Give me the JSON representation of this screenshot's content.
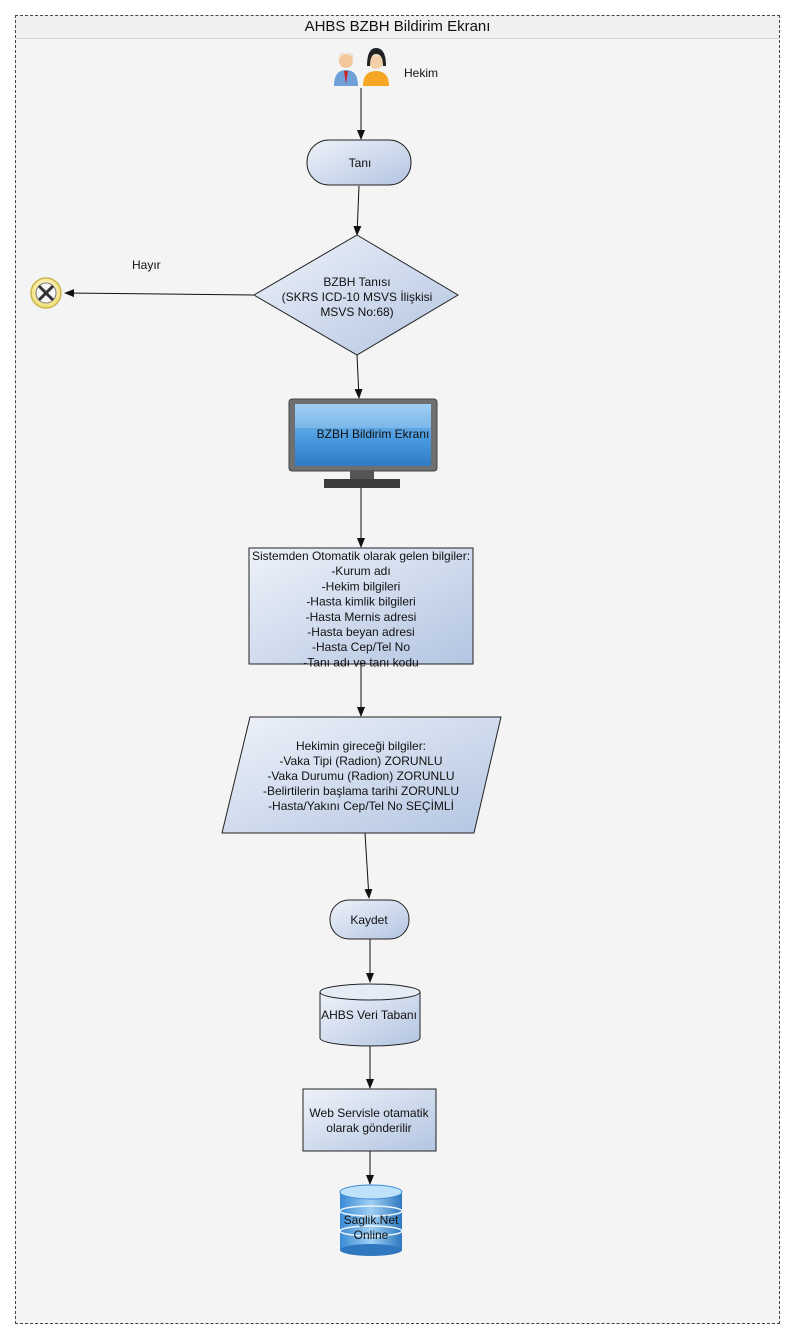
{
  "title": "AHBS BZBH Bildirim Ekranı",
  "actor": {
    "label": "Hekim"
  },
  "nodes": {
    "tani": "Tanı",
    "decision": [
      "BZBH Tanısı",
      "(SKRS ICD-10 MSVS İlişkisi",
      "MSVS No:68)"
    ],
    "no_label": "Hayır",
    "screen": "BZBH Bildirim Ekranı",
    "auto_info": [
      "Sistemden Otomatik olarak gelen bilgiler:",
      "-Kurum adı",
      "-Hekim bilgileri",
      "-Hasta kimlik bilgileri",
      "-Hasta Mernis adresi",
      "-Hasta beyan adresi",
      "-Hasta Cep/Tel No",
      "-Tanı adı ve tanı kodu"
    ],
    "manual_info": [
      "Hekimin gireceği bilgiler:",
      "-Vaka Tipi (Radion) ZORUNLU",
      "-Vaka Durumu (Radion) ZORUNLU",
      "-Belirtilerin başlama tarihi ZORUNLU",
      "-Hasta/Yakını Cep/Tel No SEÇİMLİ"
    ],
    "save": "Kaydet",
    "db": "AHBS Veri Tabanı",
    "ws": [
      "Web Servisle otamatik",
      "olarak gönderilir"
    ],
    "sagliknet": [
      "Saglik.Net",
      "Online"
    ]
  },
  "colors": {
    "fill_light": "#e6ecf6",
    "fill_dark": "#b8c8e2",
    "stroke": "#222222",
    "screen_blue": "#3f8fd6"
  },
  "icons": [
    "users-icon",
    "terminate-icon",
    "monitor-icon",
    "database-icon",
    "server-database-icon"
  ]
}
